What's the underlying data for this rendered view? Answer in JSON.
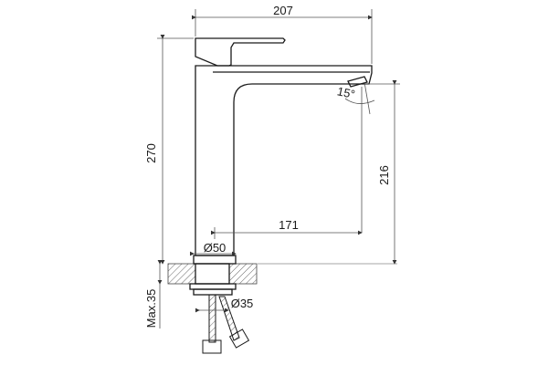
{
  "diagram": {
    "type": "technical-drawing",
    "subject": "basin faucet side elevation",
    "dimensions": {
      "overall_width": "207",
      "overall_height": "270",
      "spout_height": "216",
      "spout_reach": "171",
      "body_diameter": "Ø50",
      "hose_diameter": "Ø35",
      "max_counter_thickness": "Max.35",
      "spout_angle": "15°"
    },
    "colors": {
      "line": "#1a1a1a",
      "dim_line": "#555555",
      "hatch": "#666666"
    }
  }
}
